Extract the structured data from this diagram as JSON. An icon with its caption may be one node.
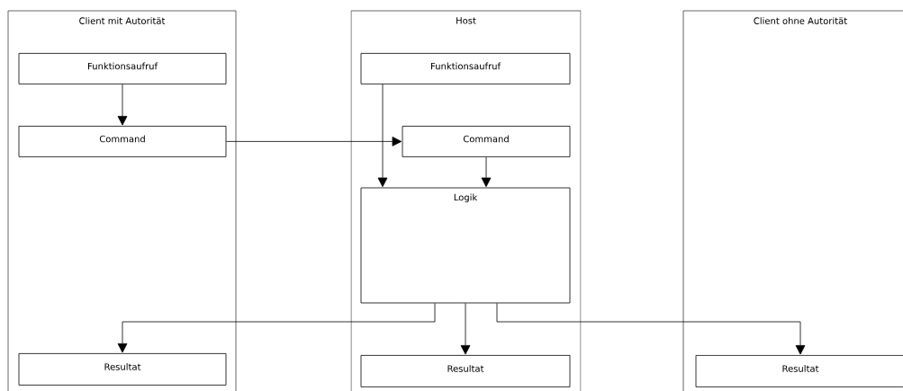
{
  "diagram": {
    "nodes": [
      {
        "text": [
          "Client mit Autorität"
        ]
      },
      {
        "text": [
          "Funktionsaufruf"
        ],
        "in": 0
      },
      {
        "text": [
          "Command"
        ],
        "in": 0
      },
      {
        "text": [
          "Resultat"
        ],
        "in": 0
      },
      {
        "text": [
          "Host"
        ]
      },
      {
        "text": [
          "Funktionsaufruf"
        ],
        "in": 4
      },
      {
        "text": [
          "Command"
        ],
        "in": 4
      },
      {
        "text": [
          "Logik"
        ],
        "in": 4
      },
      {
        "text": [
          "Resultat"
        ],
        "in": 4
      },
      {
        "text": [
          "Client ohne Autorität"
        ]
      },
      {
        "text": [
          "Resultat"
        ],
        "in": 9
      }
    ],
    "edges": [
      {
        "from": 1,
        "to": 2,
        "arrow": "to"
      },
      {
        "from": 2,
        "to": 6,
        "arrow": "to"
      },
      {
        "from": 5,
        "to": 7,
        "arrow": "to"
      },
      {
        "from": 6,
        "to": 7,
        "arrow": "to"
      },
      {
        "from": 7,
        "to": 3,
        "arrow": "to"
      },
      {
        "from": 7,
        "to": 8,
        "arrow": "to"
      },
      {
        "from": 7,
        "to": 10,
        "arrow": "to"
      }
    ]
  }
}
